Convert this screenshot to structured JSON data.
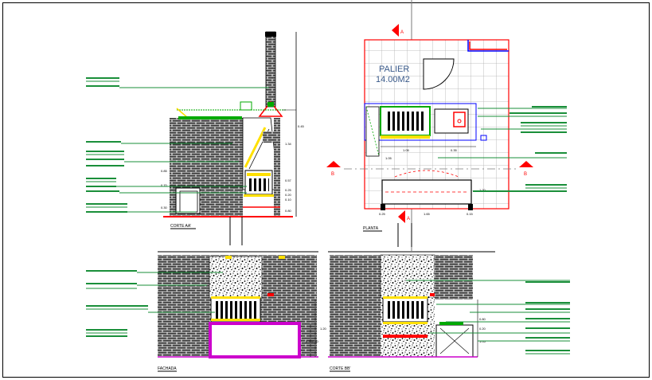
{
  "colors": {
    "line": "#000000",
    "red": "#ff0000",
    "green": "#00aa00",
    "leader": "#1a8f3a",
    "blue": "#0000ff",
    "magenta": "#cc00cc",
    "yellow": "#ffe000",
    "grid": "#b0b0b0",
    "brick": "#3a3a3a"
  },
  "plan": {
    "room_name": "PALIER",
    "room_area": "14.00M2",
    "section_marks": {
      "a": "A",
      "b": "B"
    },
    "title": "PLANTA",
    "dims": [
      "1.05",
      "0.35",
      "0.25",
      "1.65",
      "1.20",
      "1.05",
      "0.15"
    ]
  },
  "section_aa": {
    "title": "CORTE AA'",
    "dims": [
      "0.45",
      "1.34",
      "0.57",
      "0.25",
      "0.20",
      "0.10",
      "0.80",
      "0.85",
      "0.70",
      "0.30"
    ]
  },
  "facade": {
    "title": "FACHADA",
    "dims": [
      "1.20",
      "0.35",
      "0.80"
    ]
  },
  "section_bb": {
    "title": "CORTE BB'",
    "dims": [
      "0.80",
      "0.20",
      "1.05"
    ]
  }
}
